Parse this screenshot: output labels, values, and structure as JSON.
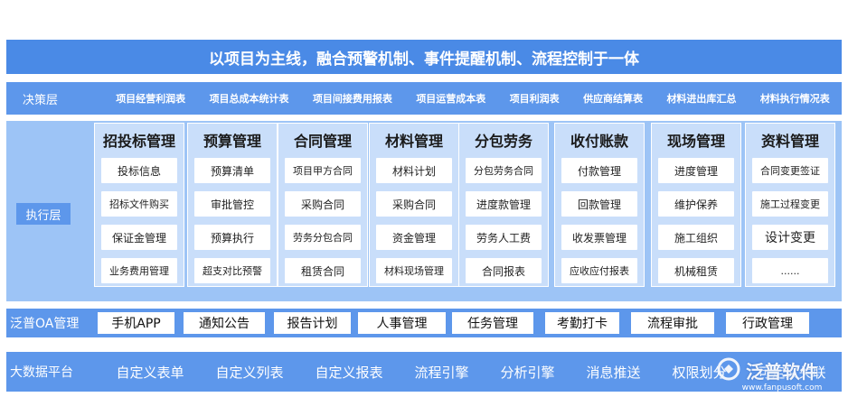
{
  "title": "以项目为主线，融合预警机制、事件提醒机制、流程控制于一体",
  "decision": {
    "label": "决策层",
    "items": [
      "项目经营利润表",
      "项目总成本统计表",
      "项目间接费用报表",
      "项目运营成本表",
      "项目利润表",
      "供应商结算表",
      "材料进出库汇总",
      "材料执行情况表"
    ]
  },
  "execution": {
    "label": "执行层",
    "modules": [
      {
        "title": "招投标管理",
        "items": [
          "投标信息",
          "招标文件购买",
          "保证金管理",
          "业务费用管理"
        ]
      },
      {
        "title": "预算管理",
        "items": [
          "预算清单",
          "审批管控",
          "预算执行",
          "超支对比预警"
        ]
      },
      {
        "title": "合同管理",
        "items": [
          "项目甲方合同",
          "采购合同",
          "劳务分包合同",
          "租赁合同"
        ]
      },
      {
        "title": "材料管理",
        "items": [
          "材料计划",
          "采购合同",
          "资金管理",
          "材料现场管理"
        ]
      },
      {
        "title": "分包劳务",
        "items": [
          "分包劳务合同",
          "进度款管理",
          "劳务人工费",
          "合同报表"
        ]
      },
      {
        "title": "收付账款",
        "items": [
          "付款管理",
          "回款管理",
          "收发票管理",
          "应收应付报表"
        ]
      },
      {
        "title": "现场管理",
        "items": [
          "进度管理",
          "维护保养",
          "施工组织",
          "机械租赁"
        ]
      },
      {
        "title": "资料管理",
        "items": [
          "合同变更签证",
          "施工过程变更",
          "设计变更",
          "......"
        ]
      }
    ]
  },
  "oa": {
    "label": "泛普OA管理",
    "items": [
      "手机APP",
      "通知公告",
      "报告计划",
      "人事管理",
      "任务管理",
      "考勤打卡",
      "流程审批",
      "行政管理"
    ]
  },
  "bigdata": {
    "label": "大数据平台",
    "items": [
      "自定义表单",
      "自定义列表",
      "自定义报表",
      "流程引擎",
      "分析引擎",
      "消息推送",
      "权限划分",
      "可定义关联"
    ]
  },
  "logo": {
    "name": "泛普软件",
    "url": "www.fanpusoft.com"
  }
}
